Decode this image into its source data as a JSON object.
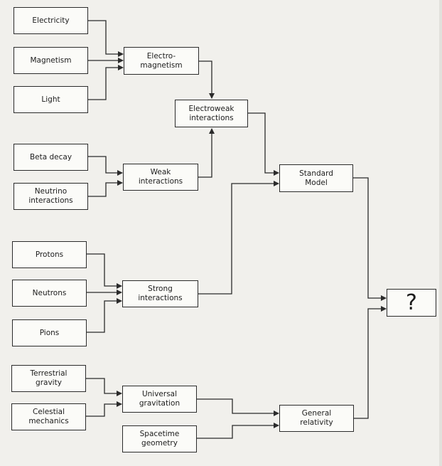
{
  "nodes": {
    "electricity": "Electricity",
    "magnetism": "Magnetism",
    "light": "Light",
    "electromagnetism": "Electro-\nmagnetism",
    "electroweak": "Electroweak\ninteractions",
    "beta_decay": "Beta decay",
    "neutrino": "Neutrino\ninteractions",
    "weak": "Weak\ninteractions",
    "standard_model": "Standard\nModel",
    "protons": "Protons",
    "neutrons": "Neutrons",
    "pions": "Pions",
    "strong": "Strong\ninteractions",
    "terrestrial": "Terrestrial\ngravity",
    "celestial": "Celestial\nmechanics",
    "universal": "Universal\ngravitation",
    "spacetime": "Spacetime\ngeometry",
    "general_relativity": "General\nrelativity",
    "unknown": "?"
  }
}
